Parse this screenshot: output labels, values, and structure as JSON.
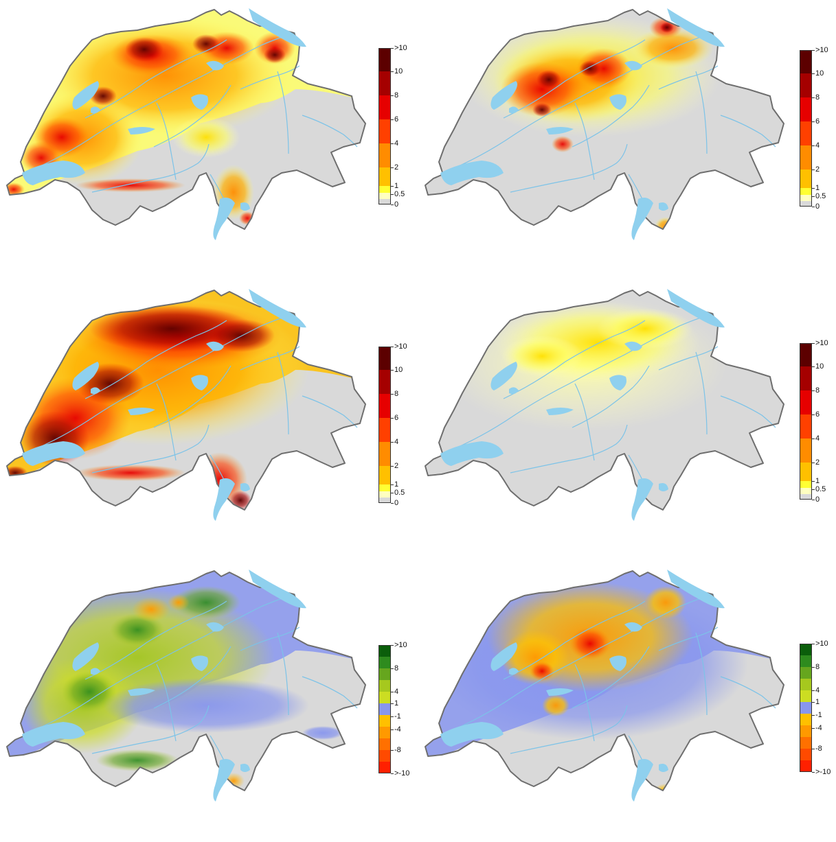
{
  "colors": {
    "land": "#d9d9d9",
    "border": "#6e6e6e",
    "water": "#8fd0ee",
    "river": "#7cc3e8"
  },
  "panels": [
    {
      "id": "top-left",
      "style": "heat-heavy",
      "legend": {
        "kind": "sequential",
        "labels": [
          ">10",
          "10",
          "8",
          "6",
          "4",
          "2",
          "1",
          "0.5",
          "0"
        ],
        "colors": [
          "#5c0000",
          "#a50000",
          "#e60000",
          "#ff4000",
          "#ff8c00",
          "#ffc000",
          "#ffff33",
          "#ffffc0",
          "#d9d9d9"
        ]
      }
    },
    {
      "id": "top-right",
      "style": "heat-medium",
      "legend": {
        "kind": "sequential",
        "labels": [
          ">10",
          "10",
          "8",
          "6",
          "4",
          "2",
          "1",
          "0.5",
          "0"
        ],
        "colors": [
          "#5c0000",
          "#a50000",
          "#e60000",
          "#ff4000",
          "#ff8c00",
          "#ffc000",
          "#ffff33",
          "#ffffc0",
          "#d9d9d9"
        ]
      }
    },
    {
      "id": "middle-left",
      "style": "heat-extreme",
      "legend": {
        "kind": "sequential",
        "labels": [
          ">10",
          "10",
          "8",
          "6",
          "4",
          "2",
          "1",
          "0.5",
          "0"
        ],
        "colors": [
          "#5c0000",
          "#a50000",
          "#e60000",
          "#ff4000",
          "#ff8c00",
          "#ffc000",
          "#ffff33",
          "#ffffc0",
          "#d9d9d9"
        ]
      }
    },
    {
      "id": "middle-right",
      "style": "heat-light",
      "legend": {
        "kind": "sequential",
        "labels": [
          ">10",
          "10",
          "8",
          "6",
          "4",
          "2",
          "1",
          "0.5",
          "0"
        ],
        "colors": [
          "#5c0000",
          "#a50000",
          "#e60000",
          "#ff4000",
          "#ff8c00",
          "#ffc000",
          "#ffff33",
          "#ffffc0",
          "#d9d9d9"
        ]
      }
    },
    {
      "id": "bottom-left",
      "style": "diff-green",
      "legend": {
        "kind": "diverging",
        "labels": [
          ">10",
          "8",
          "4",
          "1",
          "-1",
          "-4",
          "-8",
          ">-10"
        ],
        "colors": [
          "#0b5e0b",
          "#2e8b1e",
          "#66a61e",
          "#a6c81e",
          "#ccdd22",
          "#8896ee",
          "#ffc000",
          "#ff9900",
          "#ff7000",
          "#ff4a00",
          "#ff2000"
        ]
      }
    },
    {
      "id": "bottom-right",
      "style": "diff-orange",
      "legend": {
        "kind": "diverging",
        "labels": [
          ">10",
          "8",
          "4",
          "1",
          "-1",
          "-4",
          "-8",
          ">-10"
        ],
        "colors": [
          "#0b5e0b",
          "#2e8b1e",
          "#66a61e",
          "#a6c81e",
          "#ccdd22",
          "#8896ee",
          "#ffc000",
          "#ff9900",
          "#ff7000",
          "#ff4a00",
          "#ff2000"
        ]
      }
    }
  ]
}
